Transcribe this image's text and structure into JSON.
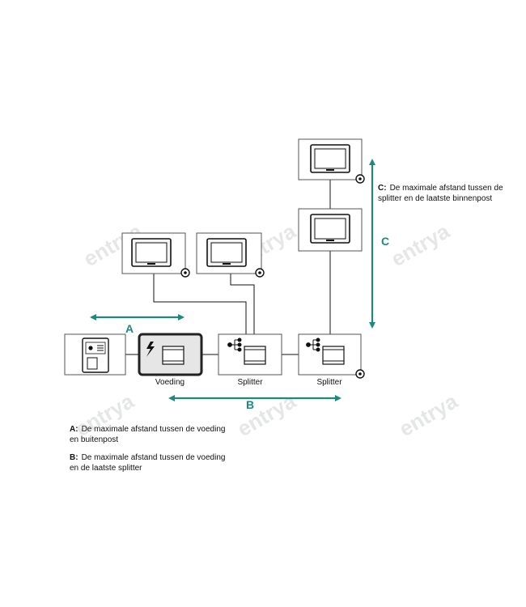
{
  "colors": {
    "accent": "#1e8a7e",
    "line": "#111111",
    "box_border": "#555555",
    "watermark": "#e2e4e4"
  },
  "watermark": {
    "brand": "entrya"
  },
  "devices": {
    "outdoor_station": {
      "icon": "doorbell-panel-icon"
    },
    "power_supply": {
      "label": "Voeding",
      "icon": "lightning-icon"
    },
    "splitter_1": {
      "label": "Splitter",
      "icon": "network-tree-icon"
    },
    "splitter_2": {
      "label": "Splitter",
      "icon": "network-tree-icon"
    },
    "monitor_icon": "monitor-icon",
    "connector_icon": "loop-connector-icon"
  },
  "distances": {
    "a": {
      "letter": "A",
      "prefix": "A:",
      "text_line1": "De maximale afstand tussen de voeding",
      "text_line2": "en buitenpost"
    },
    "b": {
      "letter": "B",
      "prefix": "B:",
      "text_line1": "De maximale afstand tussen de voeding",
      "text_line2": "en de laatste splitter"
    },
    "c": {
      "letter": "C",
      "prefix": "C:",
      "text_line1": "De maximale afstand tussen de",
      "text_line2": "splitter en de laatste binnenpost"
    }
  }
}
